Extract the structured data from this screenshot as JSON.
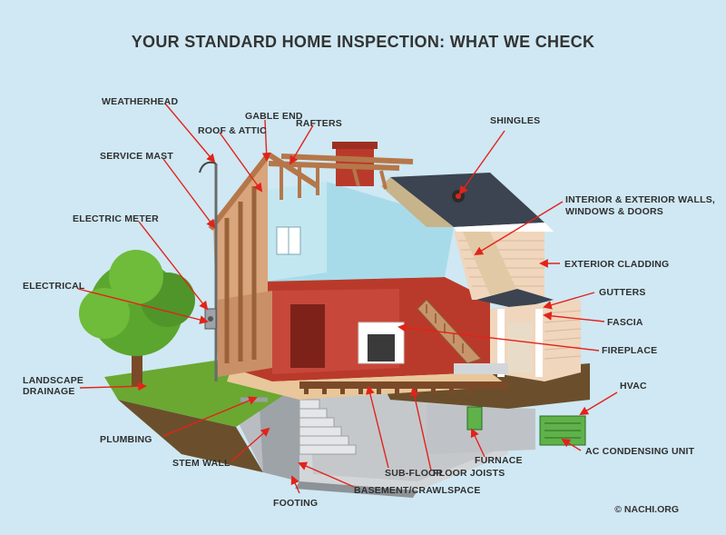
{
  "title": "YOUR STANDARD HOME INSPECTION: WHAT WE CHECK",
  "credit": "© NACHI.ORG",
  "colors": {
    "background": "#cfe8f3",
    "arrow": "#e2231a",
    "brick": "#b93a2a",
    "siding": "#f0d6bd",
    "roof": "#3b4450",
    "framing": "#b5774a",
    "concrete": "#c6c9cc",
    "grass": "#6aa832",
    "tree": "#5ba62e"
  },
  "labels": {
    "weatherhead": "WEATHERHEAD",
    "gable_end": "GABLE END",
    "roof_attic": "ROOF & ATTIC",
    "rafters": "RAFTERS",
    "shingles": "SHINGLES",
    "service_mast": "SERVICE MAST",
    "electric_meter": "ELECTRIC METER",
    "interior_walls_1": "INTERIOR & EXTERIOR WALLS,",
    "interior_walls_2": "WINDOWS & DOORS",
    "exterior_cladding": "EXTERIOR CLADDING",
    "electrical": "ELECTRICAL",
    "gutters": "GUTTERS",
    "fascia": "FASCIA",
    "fireplace": "FIREPLACE",
    "landscape_1": "LANDSCAPE",
    "landscape_2": "DRAINAGE",
    "hvac": "HVAC",
    "plumbing": "PLUMBING",
    "ac_unit": "AC CONDENSING UNIT",
    "furnace": "FURNACE",
    "stem_wall": "STEM WALL",
    "sub_floor": "SUB-FLOOR",
    "floor_joists": "FLOOR JOISTS",
    "basement": "BASEMENT/CRAWLSPACE",
    "footing": "FOOTING"
  }
}
